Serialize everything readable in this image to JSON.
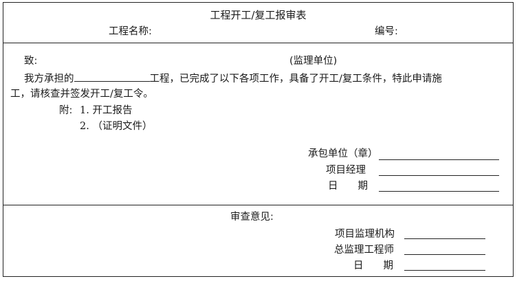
{
  "header": {
    "title": "工程开工/复工报审表",
    "project_name_label": "工程名称:",
    "serial_label": "编号:"
  },
  "request": {
    "to_label": "致:",
    "supervisor_unit": "(监理单位)",
    "body_part1": "我方承担的",
    "body_part2": "工程，已完成了以下各项工作，具备了开工/复工条件，特此申请施",
    "body_line2": "工，请核查并签发开工/复工令。",
    "attach_label": "附:",
    "attach_items": [
      {
        "num": "1.",
        "text": "开工报告"
      },
      {
        "num": "2.",
        "text": "（证明文件）"
      }
    ],
    "signatures": {
      "contractor": "承包单位（章）",
      "manager": "项目经理",
      "date": "日　　期"
    }
  },
  "review": {
    "opinion_label": "审查意见:",
    "signatures": {
      "agency": "项目监理机构",
      "chief": "总监理工程师",
      "date": "日　　期"
    }
  }
}
